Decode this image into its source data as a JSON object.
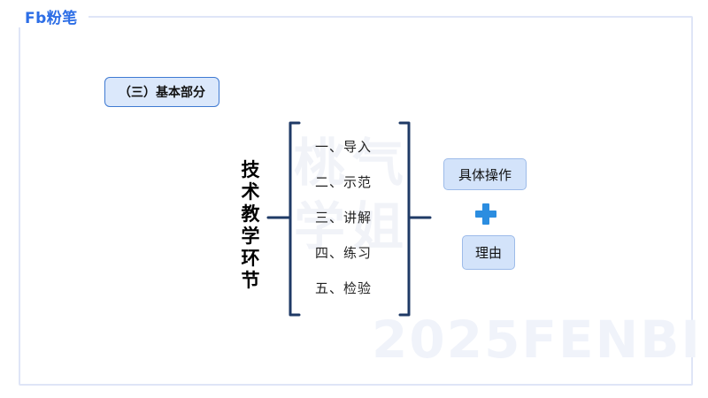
{
  "brand": {
    "logo_text": "Fb粉笔"
  },
  "section_tag": "（三）基本部分",
  "main_title": [
    "技",
    "术",
    "教",
    "学",
    "环",
    "节"
  ],
  "steps": [
    {
      "label": "一、导入"
    },
    {
      "label": "二、示范"
    },
    {
      "label": "三、讲解"
    },
    {
      "label": "四、练习"
    },
    {
      "label": "五、检验"
    }
  ],
  "right_boxes": {
    "top": "具体操作",
    "bottom": "理由"
  },
  "watermark": {
    "year_text": "2025FENBI",
    "cn_text": "桃气 学姐"
  },
  "colors": {
    "brand_blue": "#2d6ee6",
    "bracket_navy": "#1f3a66",
    "box_fill": "#d3e3fa",
    "plus_blue": "#2b8de0"
  }
}
